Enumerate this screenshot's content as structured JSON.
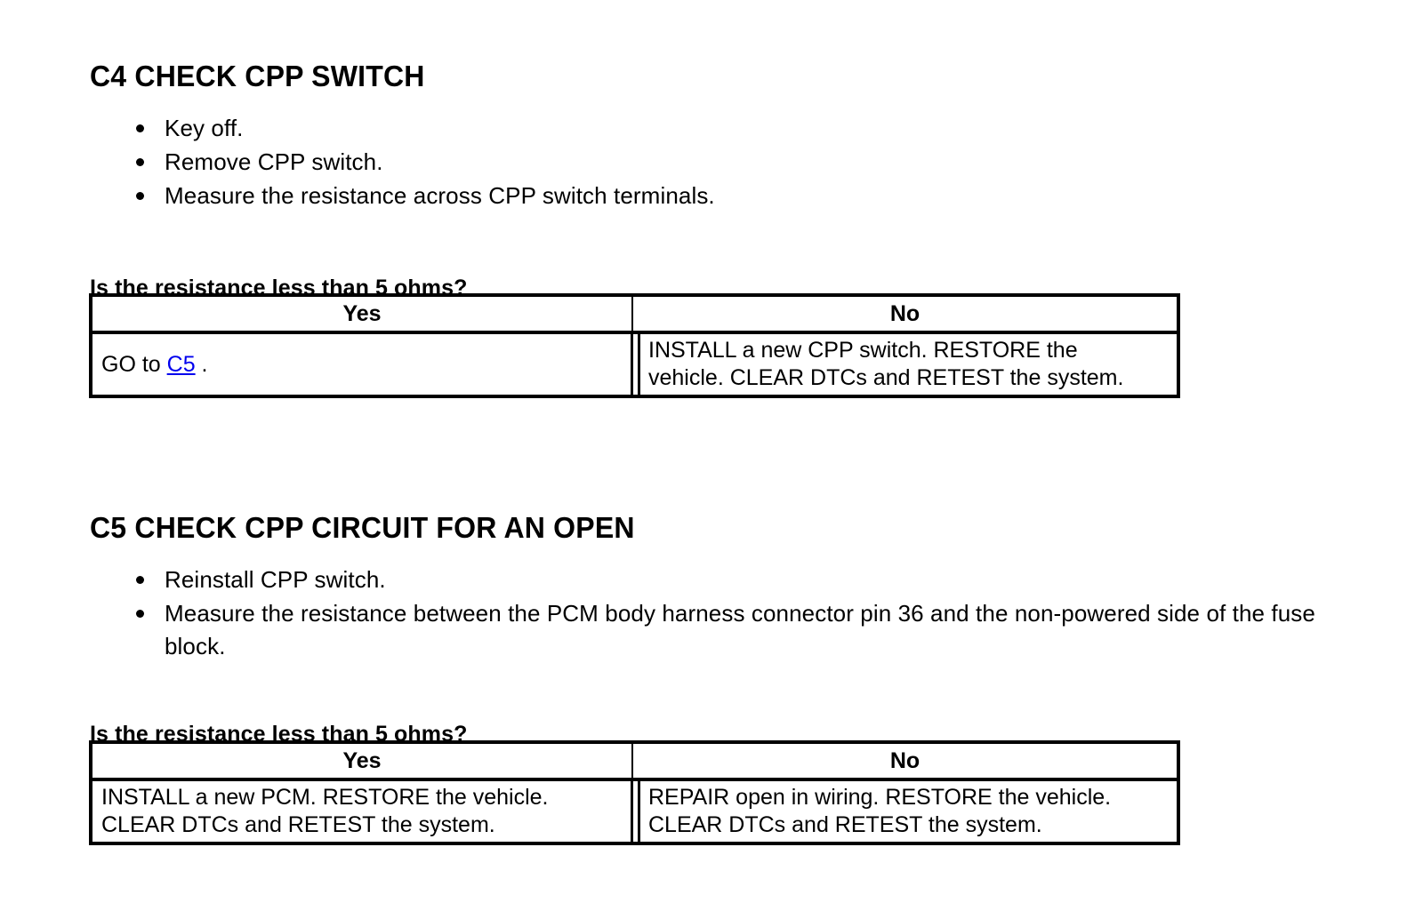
{
  "document": {
    "type": "diagnostic-pinpoint-test",
    "background_color": "#ffffff",
    "text_color": "#000000"
  },
  "steps": [
    {
      "id": "c4",
      "heading": "C4 CHECK CPP SWITCH",
      "bullets": [
        "Key off.",
        "Remove CPP switch.",
        "Measure the resistance across CPP switch terminals."
      ],
      "question": "Is the resistance less than 5 ohms?",
      "table": {
        "headers": [
          "Yes",
          "No"
        ],
        "row": {
          "yes_prefix": "GO to ",
          "yes_link": "C5",
          "yes_suffix": " .",
          "no_line1": "INSTALL a new CPP switch. RESTORE the",
          "no_line2": "vehicle. CLEAR DTCs and RETEST the system."
        }
      }
    },
    {
      "id": "c5",
      "heading": "C5 CHECK CPP CIRCUIT FOR AN OPEN",
      "bullets": [
        "Reinstall CPP switch.",
        "Measure the resistance between the PCM body harness connector pin 36 and the non-powered side of the fuse block."
      ],
      "question": "Is the resistance less than 5 ohms?",
      "table": {
        "headers": [
          "Yes",
          "No"
        ],
        "row": {
          "yes_line1": "INSTALL a new PCM. RESTORE the vehicle.",
          "yes_line2": "CLEAR DTCs and RETEST the system.",
          "no_line1": "REPAIR open in wiring. RESTORE the vehicle.",
          "no_line2": "CLEAR DTCs and RETEST the system."
        }
      }
    }
  ]
}
